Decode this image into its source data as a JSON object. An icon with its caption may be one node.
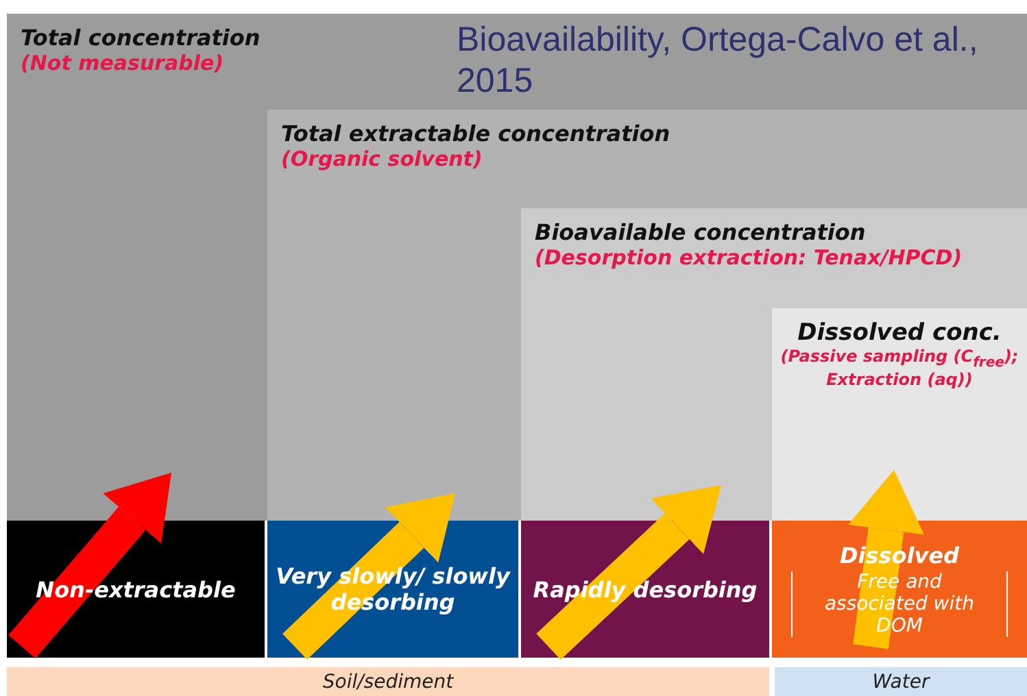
{
  "diagram": {
    "nodes": [
      {
        "text": [
          "Total concentration",
          "(Not measurable)"
        ]
      },
      {
        "text": [
          "Total extractable concentration",
          "(Organic solvent)"
        ],
        "in": 0
      },
      {
        "text": [
          "Bioavailable concentration",
          "(Desorption extraction: Tenax/HPCD)"
        ],
        "in": 1
      },
      {
        "text": [
          "Dissolved conc.",
          "(Passive sampling (C$_{free}$); Extraction (aq))"
        ],
        "in": 2
      },
      {
        "text": [
          "Non-extractable"
        ]
      },
      {
        "text": [
          "Very slowly/ slowly desorbing"
        ]
      },
      {
        "text": [
          "Rapidly desorbing"
        ]
      },
      {
        "text": [
          "Dissolved",
          "Free and associated with DOM"
        ]
      },
      {
        "text": [
          "Soil/sediment"
        ]
      },
      {
        "text": [
          "Water"
        ]
      }
    ],
    "edges": [
      {
        "from": 4,
        "to": 0,
        "arrow": "to",
        "color": "#ff0000"
      },
      {
        "from": 5,
        "to": 1,
        "arrow": "to"
      },
      {
        "from": 6,
        "to": 2,
        "arrow": "to"
      },
      {
        "from": 7,
        "to": 3,
        "arrow": "to"
      }
    ],
    "labels": [
      "Bioavailability, Ortega-Calvo et al., 2015"
    ]
  }
}
